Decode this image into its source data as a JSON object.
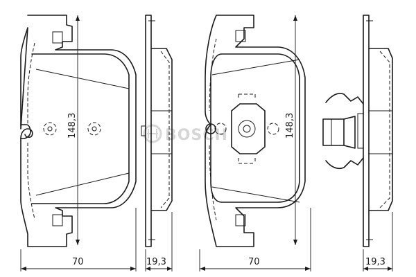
{
  "watermark": {
    "brand_text": "BOSCH"
  },
  "dimensions": {
    "pad_1": {
      "width": "70",
      "height": "148,3"
    },
    "side_1": {
      "thickness": "19,3"
    },
    "pad_2": {
      "width": "70",
      "height": "148,3"
    },
    "side_2": {
      "thickness": "19,3"
    }
  }
}
